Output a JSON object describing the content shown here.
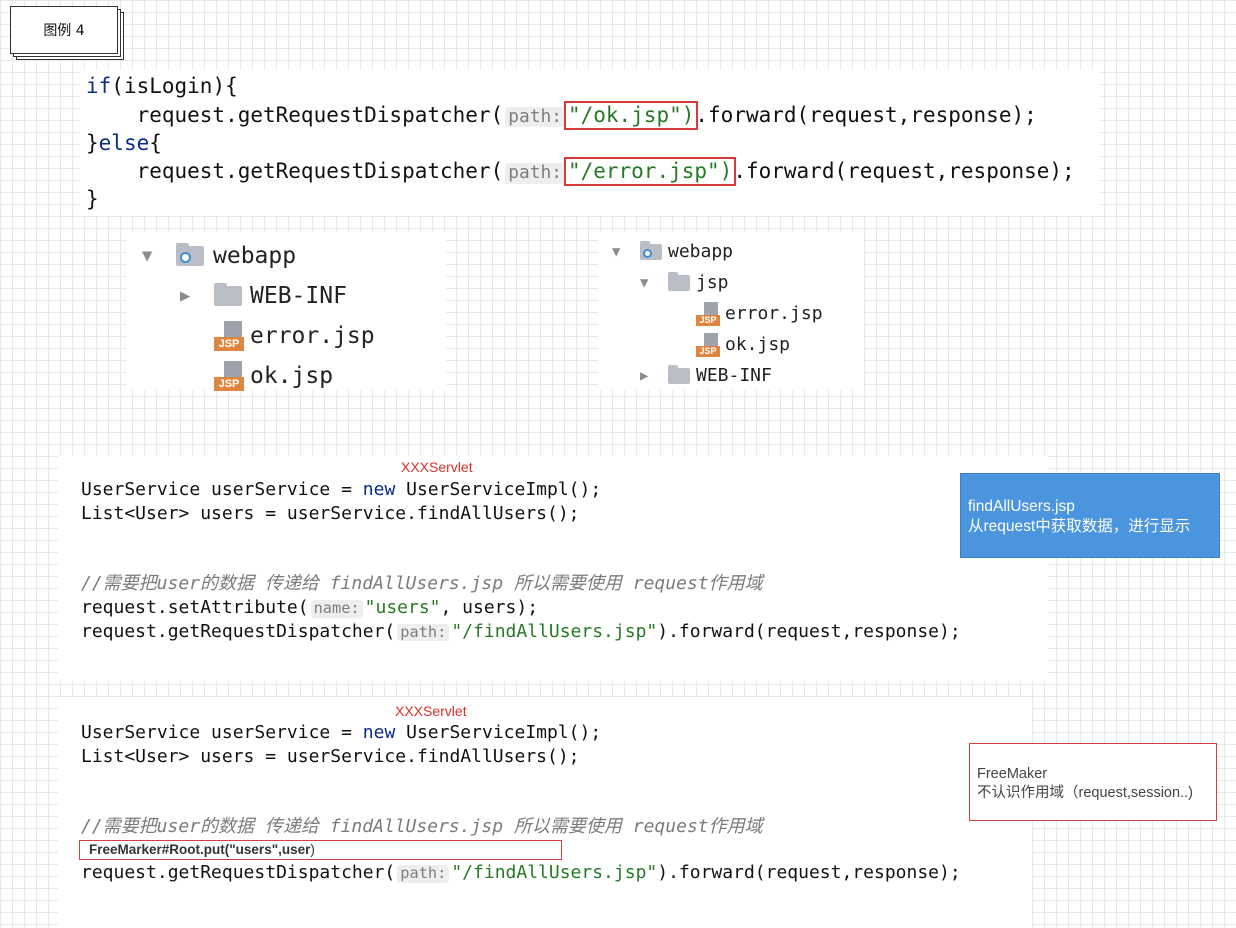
{
  "legend": {
    "label": "图例 4"
  },
  "code_top": {
    "line1_kw": "if",
    "line1_rest": "(isLogin){",
    "call_prefix": "    request.getRequestDispatcher(",
    "hint_path": "path:",
    "ok_arg": "\"/ok.jsp\")",
    "error_arg": "\"/error.jsp\")",
    "call_suffix": ".forward(request,response);",
    "else_open": "}",
    "else_kw": "else",
    "else_close": "{",
    "close": "}"
  },
  "tree_left": {
    "root": "webapp",
    "items": [
      "WEB-INF",
      "error.jsp",
      "ok.jsp"
    ],
    "jsp_badge": "JSP"
  },
  "tree_right": {
    "root": "webapp",
    "folder_jsp": "jsp",
    "items": [
      "error.jsp",
      "ok.jsp"
    ],
    "folder_webinf": "WEB-INF",
    "jsp_badge": "JSP"
  },
  "block1": {
    "label": "XXXServlet",
    "l1_a": "UserService userService = ",
    "kw_new": "new",
    "l1_b": " UserServiceImpl();",
    "l2": "List<User> users = userService.findAllUsers();",
    "comment": "//需要把user的数据 传递给 findAllUsers.jsp 所以需要使用 request作用域",
    "l4_a": "request.setAttribute(",
    "hint_name": "name:",
    "l4_str": "\"users\"",
    "l4_b": ", users);",
    "l5_a": "request.getRequestDispatcher(",
    "hint_path": "path:",
    "l5_str": "\"/findAllUsers.jsp\"",
    "l5_b": ").forward(request,response);"
  },
  "note_blue": {
    "line1": "findAllUsers.jsp",
    "line2": "从request中获取数据，进行显示"
  },
  "block2": {
    "label": "XXXServlet",
    "l1_a": "UserService userService = ",
    "kw_new": "new",
    "l1_b": " UserServiceImpl();",
    "l2": "List<User> users = userService.findAllUsers();",
    "comment": "//需要把user的数据 传递给 findAllUsers.jsp 所以需要使用 request作用域",
    "freemarker": "FreeMarker#Root.put(\"users\",user",
    "freemarker_paren": ")",
    "l5_a": "request.getRequestDispatcher(",
    "hint_path": "path:",
    "l5_str": "\"/findAllUsers.jsp\"",
    "l5_b": ").forward(request,response);"
  },
  "note_red": {
    "line1": "FreeMaker",
    "line2": "不认识作用域（request,session..)"
  },
  "colors": {
    "code_keyword": "#0b2c86",
    "code_string": "#267a26",
    "highlight_red": "#d63a3a",
    "note_blue": "#4a95de",
    "jsp_icon": "#e0853f"
  }
}
